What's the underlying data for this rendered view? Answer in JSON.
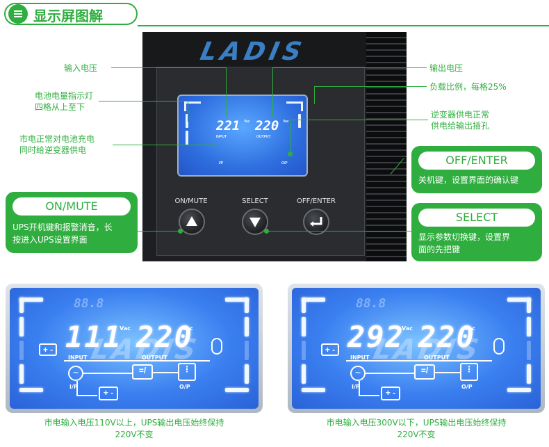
{
  "header": {
    "title": "显示屏图解"
  },
  "device": {
    "brand": "LADIS",
    "lcd": {
      "input_value": "221",
      "output_value": "220",
      "unit": "Vac",
      "input_label": "INPUT",
      "output_label": "OUTPUT",
      "ip_label": "I/P",
      "op_label": "O/P"
    },
    "buttons": [
      {
        "label": "ON/MUTE",
        "icon": "triangle-up-icon"
      },
      {
        "label": "SELECT",
        "icon": "triangle-down-icon"
      },
      {
        "label": "OFF/ENTER",
        "icon": "enter-icon"
      }
    ]
  },
  "annotations": {
    "input_voltage": "输入电压",
    "battery_level": [
      "电池电量指示灯",
      "四格从上至下"
    ],
    "mains_normal": [
      "市电正常对电池充电",
      "同时给逆变器供电"
    ],
    "output_voltage": "输出电压",
    "load_ratio": "负载比例，每格25%",
    "inverter_supply": [
      "逆变器供电正常",
      "供电给输出插孔"
    ]
  },
  "callouts": {
    "off_enter": {
      "title": "OFF/ENTER",
      "text": [
        "关机键，设置界面的确认键"
      ]
    },
    "on_mute": {
      "title": "ON/MUTE",
      "text": [
        "UPS开机键和报警消音，长",
        "按进入UPS设置界面"
      ]
    },
    "select": {
      "title": "SELECT",
      "text": [
        "显示参数切换键，设置界",
        "面的先把键"
      ]
    }
  },
  "lcd_left": {
    "input_value": "111",
    "output_value": "220",
    "unit": "Vac",
    "input_label": "INPUT",
    "output_label": "OUTPUT",
    "ip_label": "I/P",
    "op_label": "O/P",
    "ghost_digits": "88.8",
    "watermark": "LADIS",
    "caption": [
      "市电输入电压110V以上，UPS输出电压始终保持",
      "220V不变"
    ]
  },
  "lcd_right": {
    "input_value": "292",
    "output_value": "220",
    "unit": "Vac",
    "input_label": "INPUT",
    "output_label": "OUTPUT",
    "ip_label": "I/P",
    "op_label": "O/P",
    "ghost_digits": "88.8",
    "watermark": "LADIS",
    "caption": [
      "市电输入电压300V以下，UPS输出电压始终保持",
      "220V不变"
    ]
  },
  "colors": {
    "accent": "#2fae3f",
    "lcd_blue": "#3a7ff0",
    "panel": "#1d1f22"
  }
}
